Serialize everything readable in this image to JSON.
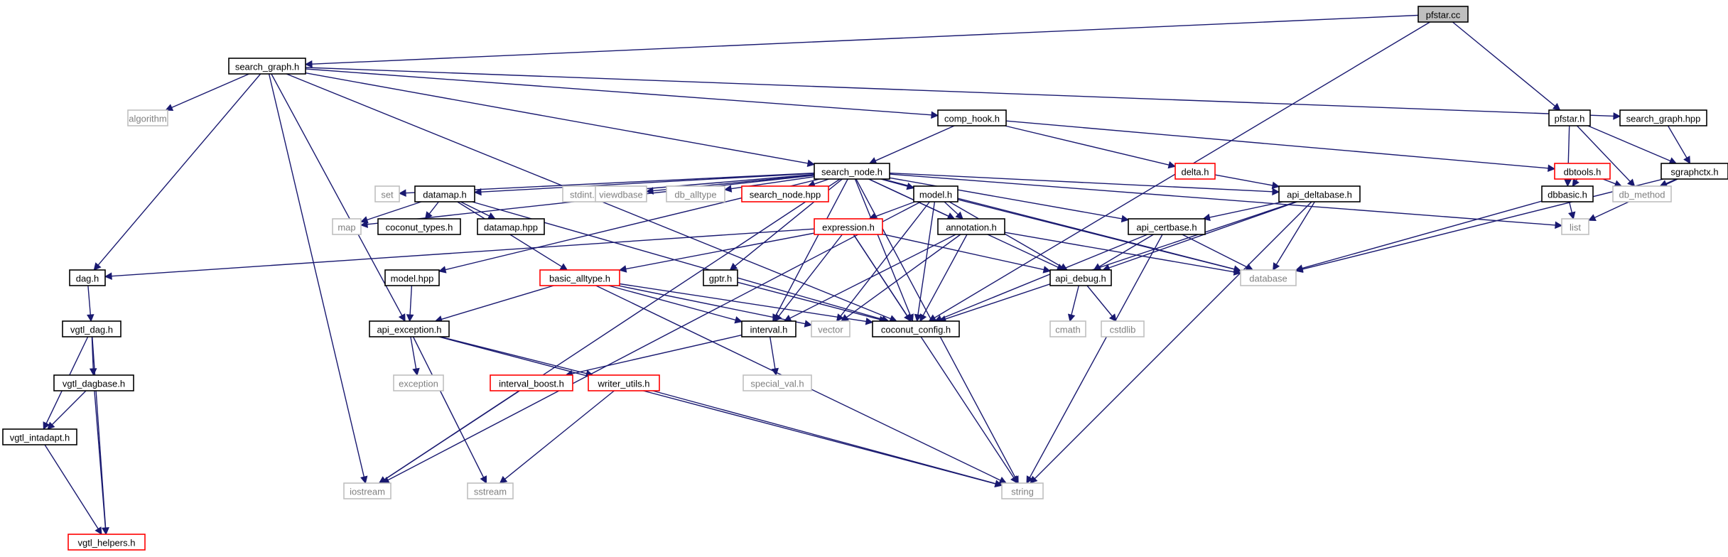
{
  "diagram": {
    "type": "include-dependency-graph",
    "colors": {
      "edge": "#191970",
      "root_fill": "#bfbfbf",
      "node_border": "#000000",
      "missing_border": "#bfbfbf",
      "truncated_border": "#ff0000",
      "normal_text": "#000000",
      "missing_text": "#808080"
    },
    "nodes": [
      {
        "id": "pfstar_cc",
        "label": "pfstar.cc",
        "style": "root"
      },
      {
        "id": "search_graph_h",
        "label": "search_graph.h",
        "style": "normal"
      },
      {
        "id": "pfstar_h",
        "label": "pfstar.h",
        "style": "normal"
      },
      {
        "id": "search_graph_hpp",
        "label": "search_graph.hpp",
        "style": "normal"
      },
      {
        "id": "algorithm",
        "label": "algorithm",
        "style": "missing"
      },
      {
        "id": "comp_hook_h",
        "label": "comp_hook.h",
        "style": "normal"
      },
      {
        "id": "sgraphctx_h",
        "label": "sgraphctx.h",
        "style": "normal"
      },
      {
        "id": "search_node_h",
        "label": "search_node.h",
        "style": "normal"
      },
      {
        "id": "delta_h",
        "label": "delta.h",
        "style": "truncated"
      },
      {
        "id": "dbtools_h",
        "label": "dbtools.h",
        "style": "truncated"
      },
      {
        "id": "set",
        "label": "set",
        "style": "missing"
      },
      {
        "id": "datamap_h",
        "label": "datamap.h",
        "style": "normal"
      },
      {
        "id": "stdint_h",
        "label": "stdint.h",
        "style": "missing"
      },
      {
        "id": "viewdbase",
        "label": "viewdbase",
        "style": "missing"
      },
      {
        "id": "db_alltype",
        "label": "db_alltype",
        "style": "missing"
      },
      {
        "id": "search_node_hpp",
        "label": "search_node.hpp",
        "style": "truncated"
      },
      {
        "id": "model_h",
        "label": "model.h",
        "style": "normal"
      },
      {
        "id": "api_deltabase_h",
        "label": "api_deltabase.h",
        "style": "normal"
      },
      {
        "id": "dbbasic_h",
        "label": "dbbasic.h",
        "style": "normal"
      },
      {
        "id": "db_method",
        "label": "db_method",
        "style": "missing"
      },
      {
        "id": "map",
        "label": "map",
        "style": "missing"
      },
      {
        "id": "coconut_types_h",
        "label": "coconut_types.h",
        "style": "normal"
      },
      {
        "id": "datamap_hpp",
        "label": "datamap.hpp",
        "style": "normal"
      },
      {
        "id": "expression_h",
        "label": "expression.h",
        "style": "truncated"
      },
      {
        "id": "annotation_h",
        "label": "annotation.h",
        "style": "normal"
      },
      {
        "id": "api_certbase_h",
        "label": "api_certbase.h",
        "style": "normal"
      },
      {
        "id": "list",
        "label": "list",
        "style": "missing"
      },
      {
        "id": "dag_h",
        "label": "dag.h",
        "style": "normal"
      },
      {
        "id": "model_hpp",
        "label": "model.hpp",
        "style": "normal"
      },
      {
        "id": "basic_alltype_h",
        "label": "basic_alltype.h",
        "style": "truncated"
      },
      {
        "id": "gptr_h",
        "label": "gptr.h",
        "style": "normal"
      },
      {
        "id": "api_debug_h",
        "label": "api_debug.h",
        "style": "normal"
      },
      {
        "id": "database",
        "label": "database",
        "style": "missing"
      },
      {
        "id": "vgtl_dag_h",
        "label": "vgtl_dag.h",
        "style": "normal"
      },
      {
        "id": "api_exception_h",
        "label": "api_exception.h",
        "style": "normal"
      },
      {
        "id": "interval_h",
        "label": "interval.h",
        "style": "normal"
      },
      {
        "id": "vector",
        "label": "vector",
        "style": "missing"
      },
      {
        "id": "coconut_config_h",
        "label": "coconut_config.h",
        "style": "normal"
      },
      {
        "id": "cmath",
        "label": "cmath",
        "style": "missing"
      },
      {
        "id": "cstdlib",
        "label": "cstdlib",
        "style": "missing"
      },
      {
        "id": "vgtl_dagbase_h",
        "label": "vgtl_dagbase.h",
        "style": "normal"
      },
      {
        "id": "exception",
        "label": "exception",
        "style": "missing"
      },
      {
        "id": "interval_boost_h",
        "label": "interval_boost.h",
        "style": "truncated"
      },
      {
        "id": "writer_utils_h",
        "label": "writer_utils.h",
        "style": "truncated"
      },
      {
        "id": "special_val_h",
        "label": "special_val.h",
        "style": "missing"
      },
      {
        "id": "vgtl_intadapt_h",
        "label": "vgtl_intadapt.h",
        "style": "normal"
      },
      {
        "id": "iostream",
        "label": "iostream",
        "style": "missing"
      },
      {
        "id": "sstream",
        "label": "sstream",
        "style": "missing"
      },
      {
        "id": "string",
        "label": "string",
        "style": "missing"
      },
      {
        "id": "vgtl_helpers_h",
        "label": "vgtl_helpers.h",
        "style": "truncated"
      }
    ],
    "edges": [
      [
        "pfstar_cc",
        "search_graph_h"
      ],
      [
        "pfstar_cc",
        "pfstar_h"
      ],
      [
        "pfstar_cc",
        "coconut_config_h"
      ],
      [
        "search_graph_h",
        "algorithm"
      ],
      [
        "search_graph_h",
        "dag_h"
      ],
      [
        "search_graph_h",
        "iostream"
      ],
      [
        "search_graph_h",
        "api_exception_h"
      ],
      [
        "search_graph_h",
        "coconut_config_h"
      ],
      [
        "search_graph_h",
        "search_node_h"
      ],
      [
        "search_graph_h",
        "comp_hook_h"
      ],
      [
        "search_graph_h",
        "search_graph_hpp"
      ],
      [
        "pfstar_h",
        "sgraphctx_h"
      ],
      [
        "pfstar_h",
        "dbbasic_h"
      ],
      [
        "pfstar_h",
        "db_method"
      ],
      [
        "search_graph_hpp",
        "sgraphctx_h"
      ],
      [
        "comp_hook_h",
        "search_node_h"
      ],
      [
        "comp_hook_h",
        "delta_h"
      ],
      [
        "comp_hook_h",
        "dbtools_h"
      ],
      [
        "sgraphctx_h",
        "db_method"
      ],
      [
        "sgraphctx_h",
        "list"
      ],
      [
        "sgraphctx_h",
        "database"
      ],
      [
        "delta_h",
        "api_deltabase_h"
      ],
      [
        "dbtools_h",
        "dbbasic_h"
      ],
      [
        "dbtools_h",
        "db_method"
      ],
      [
        "dbbasic_h",
        "list"
      ],
      [
        "dbbasic_h",
        "database"
      ],
      [
        "search_node_h",
        "set"
      ],
      [
        "search_node_h",
        "datamap_h"
      ],
      [
        "search_node_h",
        "stdint_h"
      ],
      [
        "search_node_h",
        "viewdbase"
      ],
      [
        "search_node_h",
        "db_alltype"
      ],
      [
        "search_node_h",
        "search_node_hpp"
      ],
      [
        "search_node_h",
        "model_h"
      ],
      [
        "search_node_h",
        "api_deltabase_h"
      ],
      [
        "search_node_h",
        "map"
      ],
      [
        "search_node_h",
        "iostream"
      ],
      [
        "search_node_h",
        "list"
      ],
      [
        "search_node_h",
        "string"
      ],
      [
        "search_node_h",
        "annotation_h"
      ],
      [
        "search_node_h",
        "api_certbase_h"
      ],
      [
        "search_node_h",
        "api_debug_h"
      ],
      [
        "search_node_h",
        "database"
      ],
      [
        "search_node_h",
        "gptr_h"
      ],
      [
        "search_node_h",
        "coconut_config_h"
      ],
      [
        "search_node_h",
        "interval_h"
      ],
      [
        "search_node_h",
        "model_hpp"
      ],
      [
        "datamap_h",
        "map"
      ],
      [
        "datamap_h",
        "coconut_types_h"
      ],
      [
        "datamap_h",
        "datamap_hpp"
      ],
      [
        "datamap_h",
        "basic_alltype_h"
      ],
      [
        "datamap_h",
        "coconut_config_h"
      ],
      [
        "model_h",
        "expression_h"
      ],
      [
        "model_h",
        "annotation_h"
      ],
      [
        "model_h",
        "api_debug_h"
      ],
      [
        "model_h",
        "coconut_config_h"
      ],
      [
        "model_h",
        "database"
      ],
      [
        "model_h",
        "iostream"
      ],
      [
        "model_h",
        "vector"
      ],
      [
        "api_deltabase_h",
        "api_certbase_h"
      ],
      [
        "api_deltabase_h",
        "api_debug_h"
      ],
      [
        "api_deltabase_h",
        "database"
      ],
      [
        "api_deltabase_h",
        "coconut_config_h"
      ],
      [
        "api_deltabase_h",
        "string"
      ],
      [
        "expression_h",
        "dag_h"
      ],
      [
        "expression_h",
        "basic_alltype_h"
      ],
      [
        "expression_h",
        "api_debug_h"
      ],
      [
        "expression_h",
        "interval_h"
      ],
      [
        "expression_h",
        "coconut_config_h"
      ],
      [
        "expression_h",
        "string"
      ],
      [
        "annotation_h",
        "database"
      ],
      [
        "annotation_h",
        "interval_h"
      ],
      [
        "annotation_h",
        "coconut_config_h"
      ],
      [
        "annotation_h",
        "vector"
      ],
      [
        "api_certbase_h",
        "api_debug_h"
      ],
      [
        "api_certbase_h",
        "database"
      ],
      [
        "api_certbase_h",
        "coconut_config_h"
      ],
      [
        "api_certbase_h",
        "string"
      ],
      [
        "dag_h",
        "vgtl_dag_h"
      ],
      [
        "model_hpp",
        "api_exception_h"
      ],
      [
        "basic_alltype_h",
        "api_exception_h"
      ],
      [
        "basic_alltype_h",
        "interval_h"
      ],
      [
        "basic_alltype_h",
        "vector"
      ],
      [
        "basic_alltype_h",
        "coconut_config_h"
      ],
      [
        "basic_alltype_h",
        "string"
      ],
      [
        "gptr_h",
        "coconut_config_h"
      ],
      [
        "api_debug_h",
        "cmath"
      ],
      [
        "api_debug_h",
        "cstdlib"
      ],
      [
        "vgtl_dag_h",
        "vgtl_dagbase_h"
      ],
      [
        "vgtl_dag_h",
        "vgtl_intadapt_h"
      ],
      [
        "vgtl_dag_h",
        "vgtl_helpers_h"
      ],
      [
        "api_exception_h",
        "exception"
      ],
      [
        "api_exception_h",
        "writer_utils_h"
      ],
      [
        "api_exception_h",
        "sstream"
      ],
      [
        "api_exception_h",
        "string"
      ],
      [
        "interval_h",
        "interval_boost_h"
      ],
      [
        "interval_h",
        "special_val_h"
      ],
      [
        "vgtl_dagbase_h",
        "vgtl_intadapt_h"
      ],
      [
        "vgtl_dagbase_h",
        "vgtl_helpers_h"
      ],
      [
        "interval_boost_h",
        "iostream"
      ],
      [
        "writer_utils_h",
        "sstream"
      ],
      [
        "writer_utils_h",
        "string"
      ],
      [
        "vgtl_intadapt_h",
        "vgtl_helpers_h"
      ]
    ]
  }
}
